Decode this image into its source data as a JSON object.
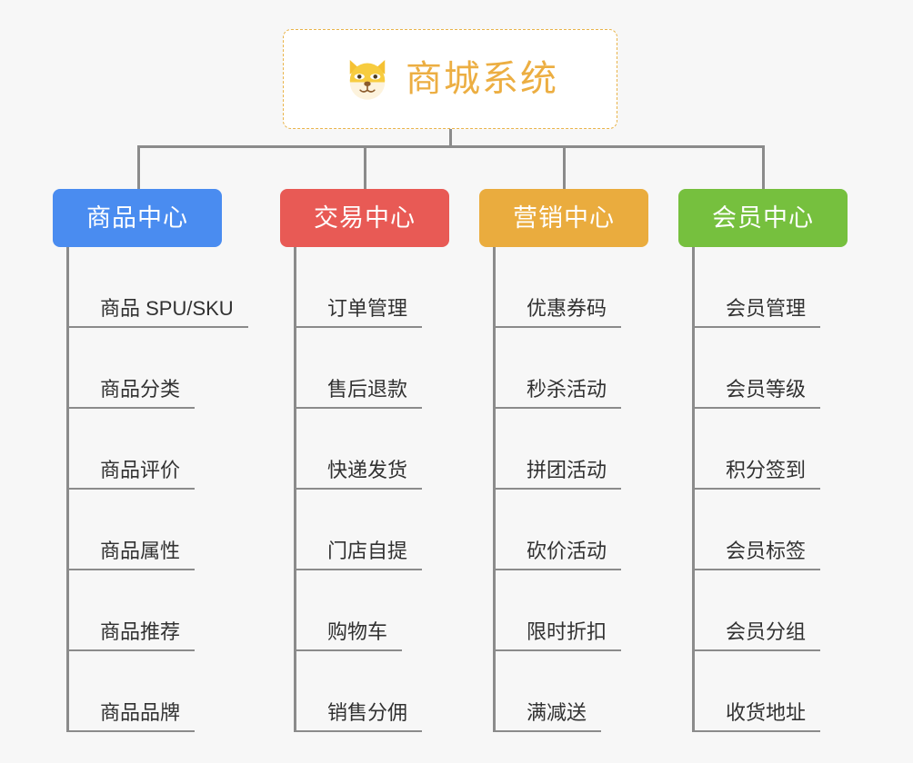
{
  "page": {
    "background_color": "#f7f7f7",
    "line_color": "#8b8b8b",
    "leaf_text_color": "#313131"
  },
  "root": {
    "title": "商城系统",
    "icon": "shiba-dog-face-icon",
    "text_color": "#ecae42",
    "border_color": "#e9b44a",
    "background_color": "#ffffff"
  },
  "branches": [
    {
      "label": "商品中心",
      "color": "#4a8cf0",
      "items": [
        "商品 SPU/SKU",
        "商品分类",
        "商品评价",
        "商品属性",
        "商品推荐",
        "商品品牌"
      ]
    },
    {
      "label": "交易中心",
      "color": "#e85a55",
      "items": [
        "订单管理",
        "售后退款",
        "快递发货",
        "门店自提",
        "购物车",
        "销售分佣"
      ]
    },
    {
      "label": "营销中心",
      "color": "#eaac3e",
      "items": [
        "优惠券码",
        "秒杀活动",
        "拼团活动",
        "砍价活动",
        "限时折扣",
        "满减送"
      ]
    },
    {
      "label": "会员中心",
      "color": "#76c03e",
      "items": [
        "会员管理",
        "会员等级",
        "积分签到",
        "会员标签",
        "会员分组",
        "收货地址"
      ]
    }
  ]
}
